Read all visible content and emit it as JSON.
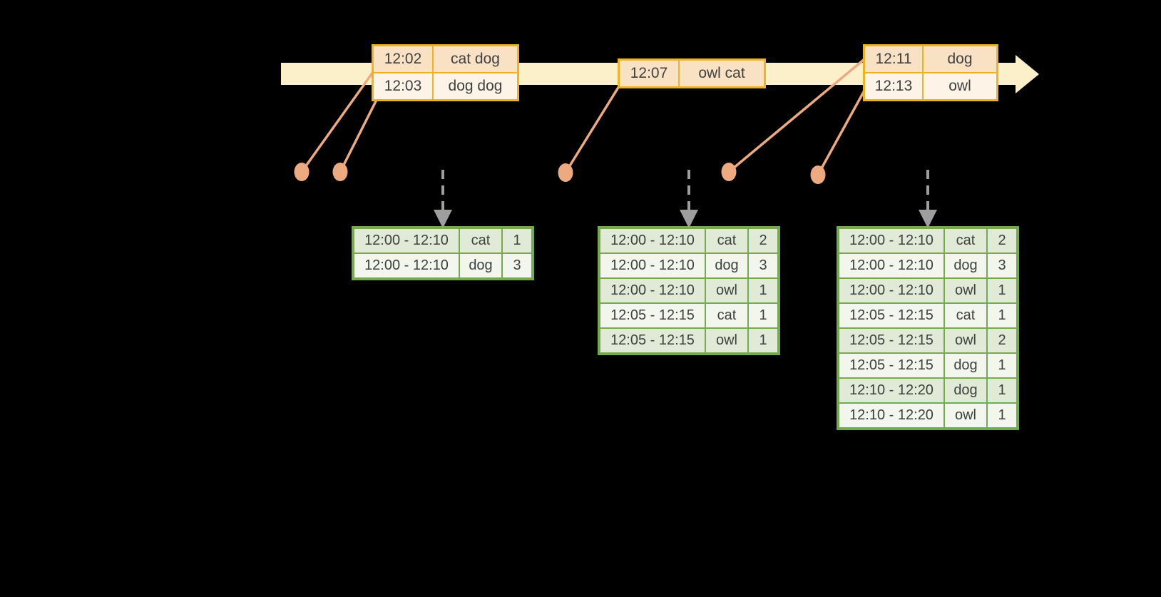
{
  "colors": {
    "background": "#000000",
    "timeline_band": "#fcf0ca",
    "event_box_border": "#eeb321",
    "event_row_dark": "#f9e1c4",
    "event_row_light": "#fdf3e7",
    "event_marker_salmon": "#edaa80",
    "result_table_border": "#75ab4f",
    "result_row_dark": "#e0ead6",
    "result_row_light": "#f2f6ed",
    "trigger_arrow_gray": "#9e9e9e",
    "text": "#404040"
  },
  "timeline": {
    "event_boxes": [
      {
        "rows": [
          {
            "time": "12:02",
            "words": "cat dog"
          },
          {
            "time": "12:03",
            "words": "dog dog"
          }
        ]
      },
      {
        "rows": [
          {
            "time": "12:07",
            "words": "owl cat"
          }
        ]
      },
      {
        "rows": [
          {
            "time": "12:11",
            "words": "dog"
          },
          {
            "time": "12:13",
            "words": "owl"
          }
        ]
      }
    ]
  },
  "result_tables": [
    {
      "rows": [
        {
          "window": "12:00 - 12:10",
          "word": "cat",
          "count": "1"
        },
        {
          "window": "12:00 - 12:10",
          "word": "dog",
          "count": "3"
        }
      ]
    },
    {
      "rows": [
        {
          "window": "12:00 - 12:10",
          "word": "cat",
          "count": "2"
        },
        {
          "window": "12:00 - 12:10",
          "word": "dog",
          "count": "3"
        },
        {
          "window": "12:00 - 12:10",
          "word": "owl",
          "count": "1"
        },
        {
          "window": "12:05 - 12:15",
          "word": "cat",
          "count": "1"
        },
        {
          "window": "12:05 - 12:15",
          "word": "owl",
          "count": "1"
        }
      ]
    },
    {
      "rows": [
        {
          "window": "12:00 - 12:10",
          "word": "cat",
          "count": "2"
        },
        {
          "window": "12:00 - 12:10",
          "word": "dog",
          "count": "3"
        },
        {
          "window": "12:00 - 12:10",
          "word": "owl",
          "count": "1"
        },
        {
          "window": "12:05 - 12:15",
          "word": "cat",
          "count": "1"
        },
        {
          "window": "12:05 - 12:15",
          "word": "owl",
          "count": "2"
        },
        {
          "window": "12:05 - 12:15",
          "word": "dog",
          "count": "1"
        },
        {
          "window": "12:10 - 12:20",
          "word": "dog",
          "count": "1"
        },
        {
          "window": "12:10 - 12:20",
          "word": "owl",
          "count": "1"
        }
      ]
    }
  ]
}
